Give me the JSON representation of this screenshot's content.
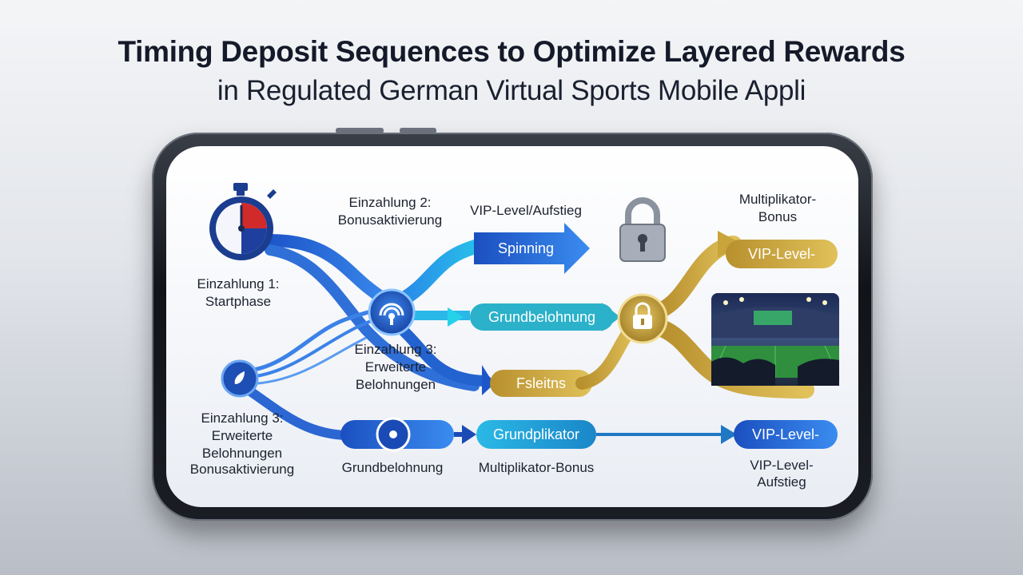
{
  "heading": {
    "line1": "Timing Deposit Sequences to Optimize Layered Rewards",
    "line2": "in Regulated German Virtual Sports Mobile Appli"
  },
  "labels": {
    "deposit1_line1": "Einzahlung 1:",
    "deposit1_line2": "Startphase",
    "deposit2_line1": "Einzahlung 2:",
    "deposit2_line2": "Bonusaktivierung",
    "deposit3_mid_line1": "Einzahlung 3:",
    "deposit3_mid_line2": "Erweiterte",
    "deposit3_mid_line3": "Belohnungen",
    "deposit3_left_line1": "Einzahlung 3:",
    "deposit3_left_line2": "Erweiterte",
    "deposit3_left_line3": "Belohnungen",
    "deposit3_left_line4": "Bonusaktivierung",
    "vip_level_up_top": "VIP-Level/Aufstieg",
    "multiplier_bonus_line1": "Multiplikator-",
    "multiplier_bonus_line2": "Bonus",
    "base_reward_bottom": "Grundbelohnung",
    "multiplier_bonus_bottom": "Multiplikator-Bonus",
    "vip_level_up_bottom_line1": "VIP-Level-",
    "vip_level_up_bottom_line2": "Aufstieg"
  },
  "pills": {
    "spinning": "Spinning",
    "base_reward": "Grundbelohnung",
    "freespins": "Fsleitns",
    "vip_level_top": "VIP-Level-",
    "base_multiplier": "Grundplikator",
    "vip_level_bottom": "VIP-Level-"
  },
  "icons": {
    "stopwatch": "stopwatch-icon",
    "hub": "signal-hub-icon",
    "coin": "coin-icon",
    "toggle": "toggle-icon",
    "padlock_silver": "padlock-icon",
    "padlock_gold": "gold-padlock-icon",
    "stadium": "stadium-image"
  },
  "colors": {
    "blue_dark": "#1f4fb8",
    "blue_mid": "#2f7de0",
    "cyan": "#22c6e4",
    "gold": "#c9a43a",
    "gold_dark": "#a8842a"
  }
}
